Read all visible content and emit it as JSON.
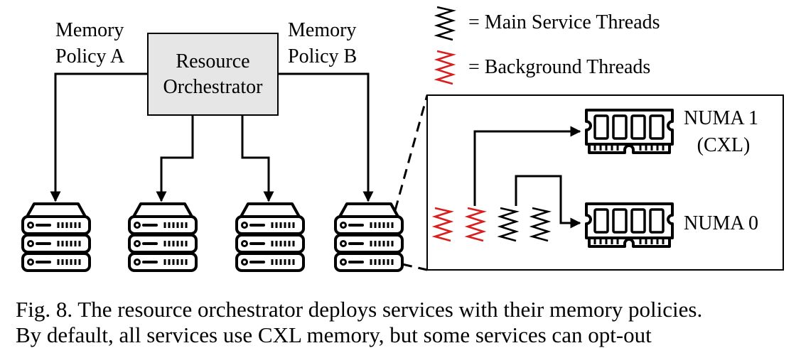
{
  "labels": {
    "policy_a_line1": "Memory",
    "policy_a_line2": "Policy A",
    "policy_b_line1": "Memory",
    "policy_b_line2": "Policy B",
    "orchestrator_line1": "Resource",
    "orchestrator_line2": "Orchestrator",
    "legend_main": "= Main Service Threads",
    "legend_background": "= Background Threads",
    "numa1_line1": "NUMA 1",
    "numa1_line2": "(CXL)",
    "numa0": "NUMA 0"
  },
  "caption": {
    "line1": "Fig. 8.  The resource orchestrator deploys services with their memory policies.",
    "line2": "By default, all services use CXL memory, but some services can opt-out"
  },
  "icons": {
    "server": "server-rack-icon",
    "memory": "memory-module-icon",
    "thread": "zigzag-thread-icon"
  },
  "colors": {
    "ink": "#000000",
    "orchestrator_fill": "#e6e6e6",
    "background_thread": "#d81e1e",
    "main_thread": "#000000"
  }
}
